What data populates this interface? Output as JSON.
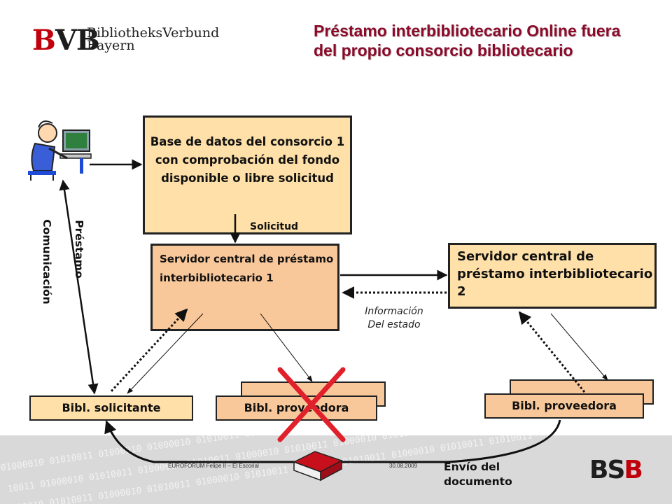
{
  "logo": {
    "mark_letters": [
      "B",
      "VB"
    ],
    "name_line1": "BibliotheksVerbund",
    "name_line2": "Bayern"
  },
  "title": "Préstamo interbibliotecario Online fuera del propio consorcio bibliotecario",
  "boxes": {
    "database": "Base de datos del consorcio 1 con comprobación del fondo disponible o libre solicitud",
    "solicitud": "Solicitud",
    "server1": "Servidor central de préstamo interbibliotecario 1",
    "server2": "Servidor central de préstamo interbibliotecario 2"
  },
  "libraries": {
    "requesting": "Bibl. solicitante",
    "provider1": "Bibl. proveedora",
    "provider2": "Bibl. proveedora"
  },
  "labels": {
    "prestamo": "Préstamo",
    "comunicacion": "Comunicación",
    "info_line1": "Información",
    "info_line2": "Del estado",
    "envio_line1": "Envío del",
    "envio_line2": "documento"
  },
  "footer": {
    "left": "EUROFORUM Felipe II – El Escorial",
    "date": "30.08.2009"
  },
  "logo_bsb": {
    "letters": [
      "B",
      "S",
      "B"
    ]
  },
  "icons": [
    "user-at-computer-icon",
    "book-icon",
    "cross-mark-icon"
  ],
  "colors": {
    "title": "#8b0a2a",
    "box_light": "#ffe0a8",
    "box_orange": "#f9c89a",
    "cross": "#e0202a",
    "book": "#c8101c"
  }
}
